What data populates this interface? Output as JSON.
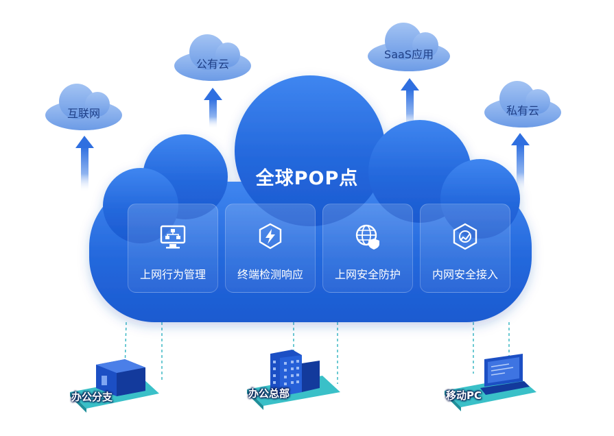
{
  "center": {
    "title": "全球POP点"
  },
  "destinations": [
    {
      "label": "互联网"
    },
    {
      "label": "公有云"
    },
    {
      "label": "SaaS应用"
    },
    {
      "label": "私有云"
    }
  ],
  "capabilities": [
    {
      "label": "上网行为管理",
      "icon": "monitor-org-chart-icon"
    },
    {
      "label": "终端检测响应",
      "icon": "shield-lightning-icon"
    },
    {
      "label": "上网安全防护",
      "icon": "globe-shield-icon"
    },
    {
      "label": "内网安全接入",
      "icon": "hexagon-link-icon"
    }
  ],
  "sites": [
    {
      "label": "办公分支",
      "icon": "branch-building-icon"
    },
    {
      "label": "办公总部",
      "icon": "headquarters-building-icon"
    },
    {
      "label": "移动PC",
      "icon": "laptop-icon"
    }
  ],
  "colors": {
    "cloud_light": "#4f8ef2",
    "cloud_dark": "#1b5fd6",
    "small_cloud": "#7aa6ea",
    "arrow": "#2f6fe0",
    "site_platform": "#3ac0c8"
  }
}
